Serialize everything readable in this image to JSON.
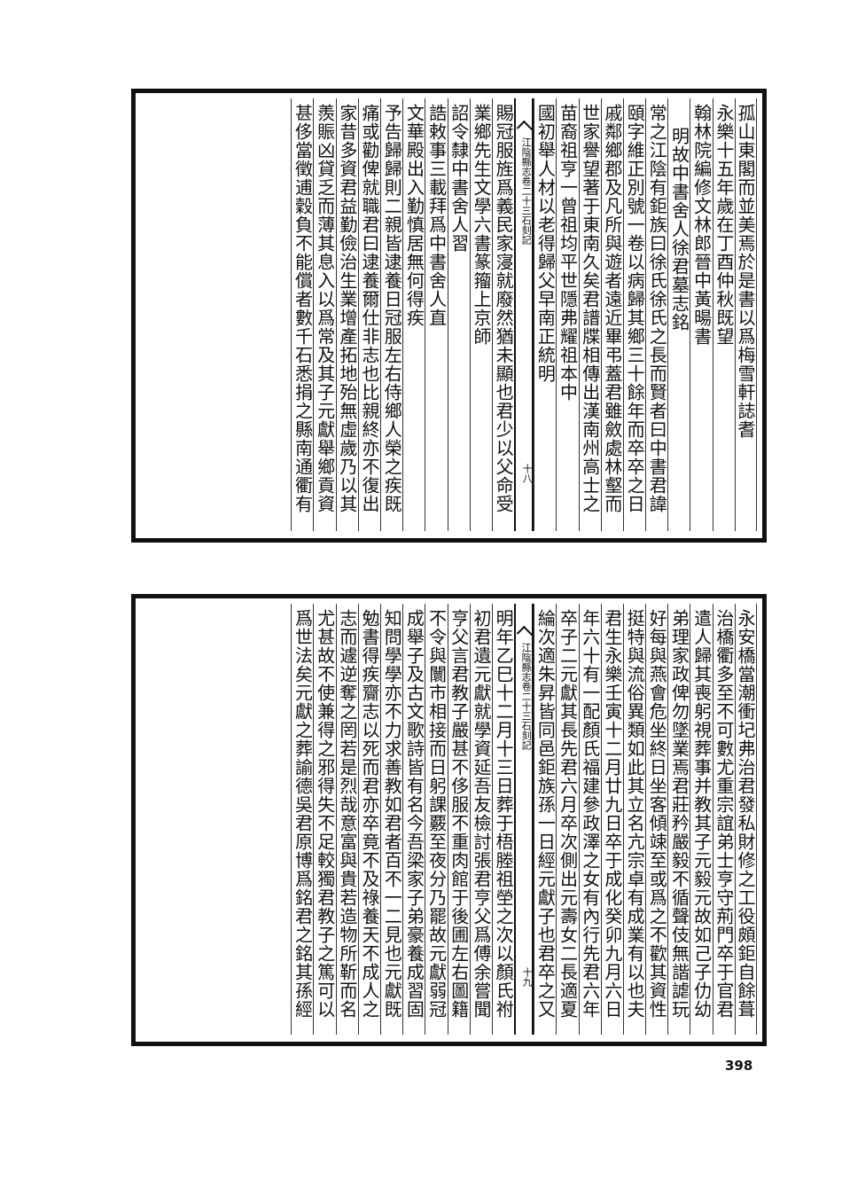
{
  "top_page": {
    "columns_right": [
      {
        "text": "孤山東閣而並美焉於是書以爲梅雪軒誌耆",
        "indent": false
      },
      {
        "text": "永樂十五年歲在丁酉仲秋既望",
        "indent": false
      },
      {
        "text": "翰林院編修文林郎晉中黃暘書",
        "indent": false
      },
      {
        "text": "明故中書舍人徐君墓志銘",
        "indent": true
      },
      {
        "text": "常之江陰有鉅族曰徐氏徐氏之長而賢者曰中書君諱",
        "indent": false
      },
      {
        "text": "頤字維正別號一卷以病歸其鄉三十餘年而卒卒之日",
        "indent": false
      },
      {
        "text": "戚鄰鄉郡及凡所與遊者遠近畢弔蓋君雖斂處林壑而",
        "indent": false
      },
      {
        "text": "世家譽望著于東南久矣君譜牒相傳出漢南州高士之",
        "indent": false
      },
      {
        "text": "苗裔祖亨一曾祖均平世隱弗耀祖本中",
        "indent": false
      },
      {
        "text": "國初舉人材以老得歸父早南正統明",
        "indent": false
      }
    ],
    "columns_left": [
      {
        "text": "賜冠服旌爲義民家寖就廢然猶未顯也君少以父命受",
        "indent": false
      },
      {
        "text": "業鄉先生文學六書篆籀上京師",
        "indent": false
      },
      {
        "text": "詔令隸中書舍人習",
        "indent": false
      },
      {
        "text": "誥敕事三載拜爲中書舍人直",
        "indent": false
      },
      {
        "text": "文華殿出入勤慎居無何得疾",
        "indent": false
      },
      {
        "text": "予告歸歸則二親皆逮養日冠服左右侍鄉人榮之疾既",
        "indent": false
      },
      {
        "text": "痛或勸俾就職君曰逮養爾仕非志也比親終亦不復出",
        "indent": false
      },
      {
        "text": "家昔多資君益勤儉治生業增產拓地殆無虛歲乃以其",
        "indent": false
      },
      {
        "text": "羨賑凶貸乏而薄其息入以爲常及其子元獻舉鄉貢資",
        "indent": false
      },
      {
        "text": "甚侈當徵逋穀負不能償者數千石悉捐之縣南通衢有",
        "indent": false
      }
    ],
    "heart_runner": "江陰縣志卷二十三石刻記",
    "heart_leaf": "十八"
  },
  "bottom_page": {
    "columns_right": [
      {
        "text": "永安橋當潮衝圮弗治君發私財修之工役頗鉅自餘葺",
        "indent": false
      },
      {
        "text": "治橋衢多至不可數尤重宗誼弟士亨守荊門卒于官君",
        "indent": false
      },
      {
        "text": "遣人歸其喪躬視葬事并教其子元毅元故如己子仂幼",
        "indent": false
      },
      {
        "text": "弟理家政俾勿墜業焉君莊矜嚴毅不循聲伎無諧謔玩",
        "indent": false
      },
      {
        "text": "好每與燕會危坐終日坐客傾竦至或爲之不歡其資性",
        "indent": false
      },
      {
        "text": "挺特與流俗異類如此其立名亢宗卓有成業有以也夫",
        "indent": false
      },
      {
        "text": "君生永樂壬寅十二月廿九日卒于成化癸卯九月六日",
        "indent": false
      },
      {
        "text": "年六十有一配顏氏福建參政澤之女有內行先君六年",
        "indent": false
      },
      {
        "text": "卒子二元獻其長先君六月卒次側出元壽女二長適夏",
        "indent": false
      },
      {
        "text": "綸次適朱昇皆同邑鉅族孫一日經元獻子也君卒之又",
        "indent": false
      }
    ],
    "columns_left": [
      {
        "text": "明年乙巳十二月十三日葬于梧塍祖塋之次以顏氏祔",
        "indent": false
      },
      {
        "text": "初君遺元獻就學資延吾友檢討張君亨父爲傅余嘗聞",
        "indent": false
      },
      {
        "text": "亨父言君教子嚴甚不侈服不重肉館于後圃左右圖籍",
        "indent": false
      },
      {
        "text": "不令與闤市相接而日躬課覈至夜分乃罷故元獻弱冠",
        "indent": false
      },
      {
        "text": "成舉子及古文歌詩皆有名今吾梁家子弟豪養成習固",
        "indent": false
      },
      {
        "text": "知問學學亦不力求善教如君者百不一二見也元獻既",
        "indent": false
      },
      {
        "text": "勉書得疾齎志以死而君亦卒竟不及祿養天不成人之",
        "indent": false
      },
      {
        "text": "志而遽逆奪之罔若是烈哉意富與貴若造物所靳而名",
        "indent": false
      },
      {
        "text": "尤甚故不使兼得之邪得失不足較獨君教子之篤可以",
        "indent": false
      },
      {
        "text": "爲世法矣元獻之葬諭德吳君原博爲銘君之銘其孫經",
        "indent": false
      }
    ],
    "heart_runner": "江陰縣志卷二十三石刻記",
    "heart_leaf": "十九"
  },
  "page_number": "398"
}
